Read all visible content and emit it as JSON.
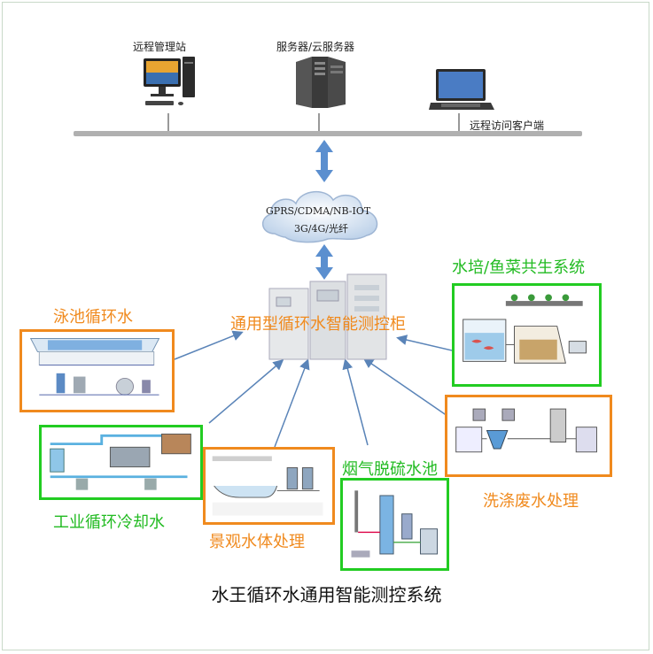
{
  "top": {
    "remote_station": "远程管理站",
    "server": "服务器/云服务器",
    "client": "远程访问客户端"
  },
  "network": {
    "line1": "GPRS/CDMA/NB-IOT",
    "line2": "3G/4G/光纤"
  },
  "cabinet_label": "通用型循环水智能测控柜",
  "systems": {
    "pool": "泳池循环水",
    "aquaponics": "水培/鱼菜共生系统",
    "industrial": "工业循环冷却水",
    "landscape": "景观水体处理",
    "flue_gas": "烟气脱硫水池",
    "washing": "洗涤废水处理"
  },
  "title": "水王循环水通用智能测控系统",
  "colors": {
    "orange": "#f08a1e",
    "green": "#22cc22",
    "arrow": "#5a84b8"
  }
}
